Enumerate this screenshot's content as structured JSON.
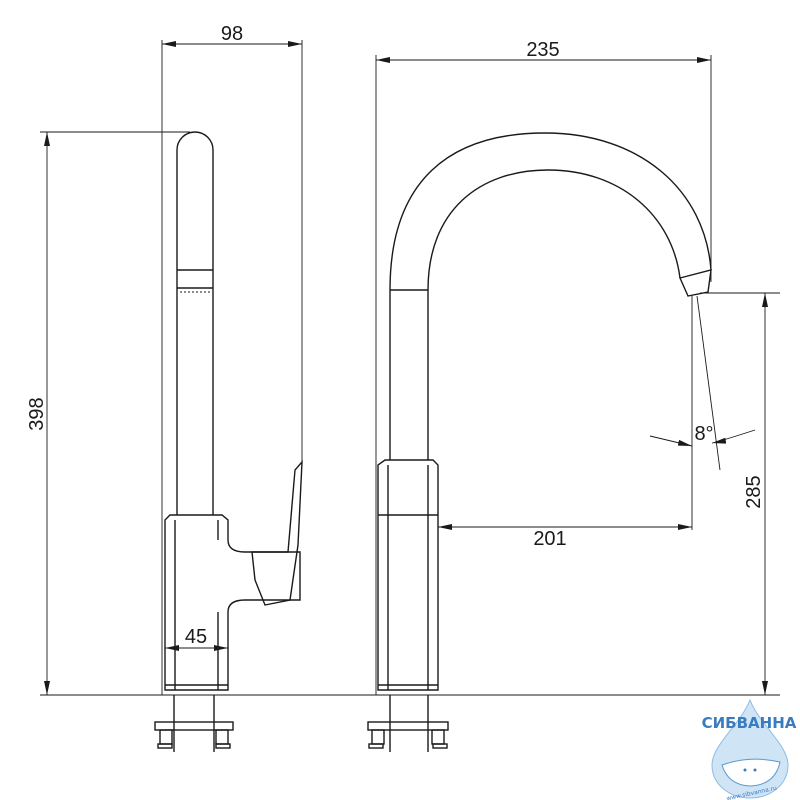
{
  "drawing": {
    "side_view": {
      "width_dim": "98",
      "height_dim": "398",
      "body_dim": "45"
    },
    "front_view": {
      "reach_total_dim": "235",
      "reach_dim": "201",
      "spout_height_dim": "285",
      "angle_dim": "8°"
    }
  },
  "logo": {
    "name": "СИБВАННА",
    "url": "www.sibvanna.ru",
    "color": "#3a7cc0"
  }
}
